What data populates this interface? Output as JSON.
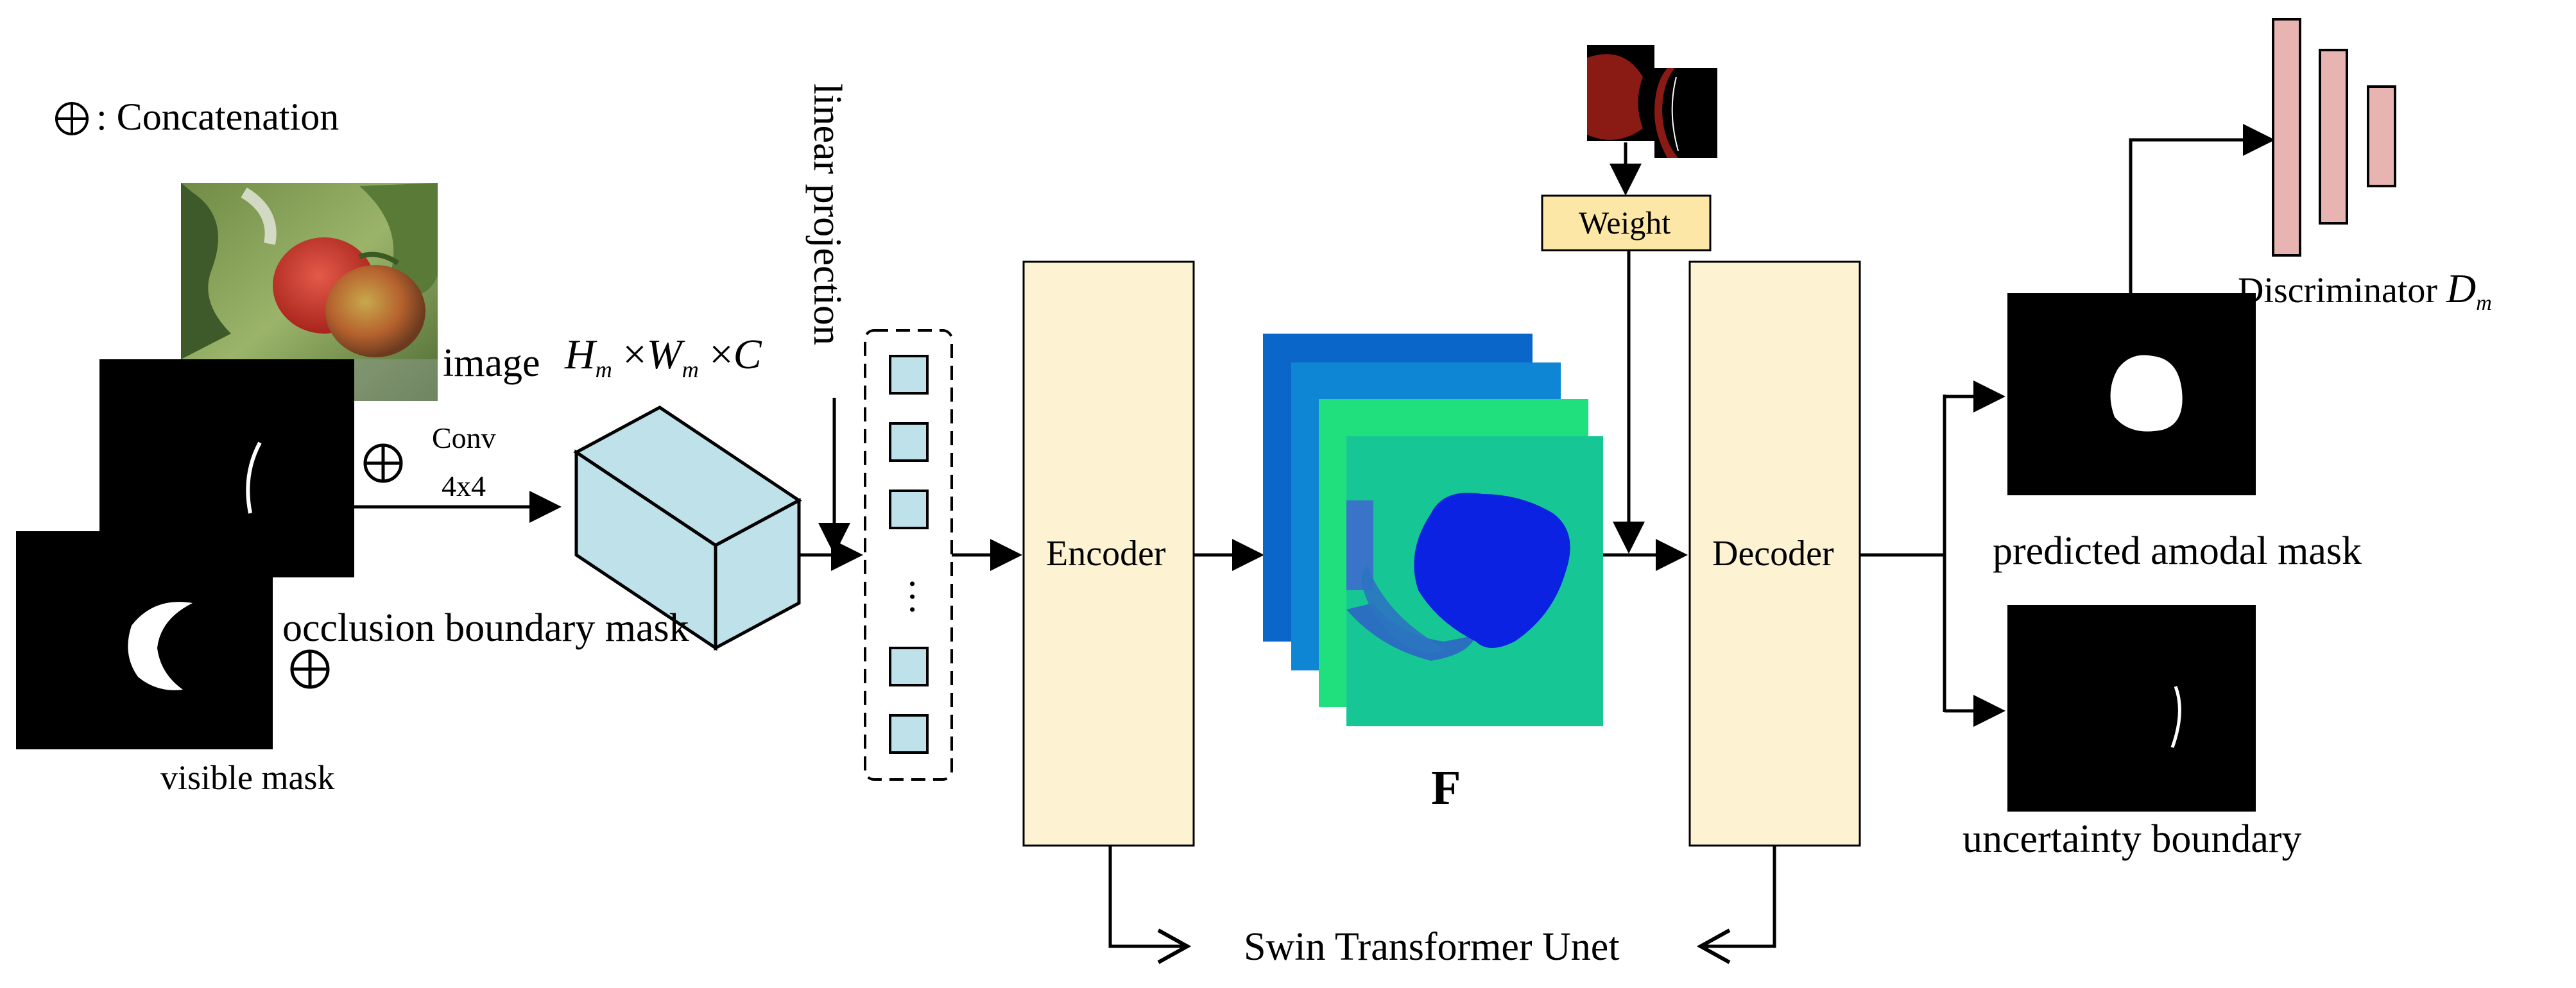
{
  "legend": {
    "symbol": "⊕",
    "text": ": Concatenation"
  },
  "inputs": {
    "image_label": "image",
    "occlusion_label": "occlusion boundary mask",
    "visible_label": "visible mask",
    "concat_symbol": "⊕"
  },
  "conv": {
    "line1": "Conv",
    "line2": "4x4"
  },
  "tensor": {
    "h": "H",
    "w": "W",
    "c": "C",
    "sub": "m",
    "times": "×"
  },
  "linear_projection": {
    "label": "linear  projection",
    "dots": "…"
  },
  "encoder": {
    "label": "Encoder"
  },
  "decoder": {
    "label": "Decoder"
  },
  "features": {
    "label": "F"
  },
  "weight": {
    "label": "Weight"
  },
  "outputs": {
    "predicted_label": "predicted amodal mask",
    "uncertainty_label": "uncertainty boundary"
  },
  "discriminator": {
    "label": "Discriminator",
    "symbol": "D",
    "sub": "m"
  },
  "bottom": {
    "label": "Swin Transformer Unet"
  },
  "colors": {
    "encoder_fill": "#fdf2d2",
    "weight_fill": "#fde7a6",
    "tensor_fill": "#bfe1ea",
    "disc_fill": "#e8b4b2",
    "feat_blue": "#0a55c4",
    "feat_cyan": "#1fe07c",
    "feat_teal": "#16c795",
    "blob_blue": "#0b22e2"
  }
}
